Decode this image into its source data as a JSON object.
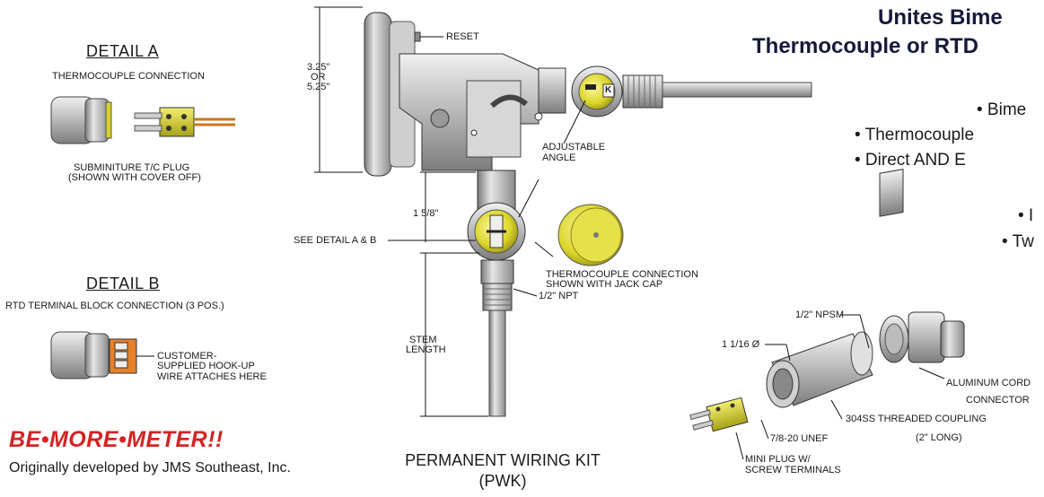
{
  "title": {
    "line1": "Unites Bime",
    "line2": "Thermocouple or RTD"
  },
  "bullets": [
    "• Bime",
    "• Thermocouple",
    "• Direct AND E",
    "• I",
    "• Tw"
  ],
  "detail_a": {
    "heading": "DETAIL A",
    "subheading": "THERMOCOUPLE CONNECTION",
    "caption_line1": "SUBMINITURE T/C PLUG",
    "caption_line2": "(SHOWN WITH COVER OFF)"
  },
  "detail_b": {
    "heading": "DETAIL B",
    "subheading": "RTD TERMINAL BLOCK CONNECTION (3 POS.)",
    "callout_line1": "CUSTOMER-",
    "callout_line2": "SUPPLIED HOOK-UP",
    "callout_line3": "WIRE ATTACHES HERE"
  },
  "main_labels": {
    "reset": "RESET",
    "dia_line1": "3.25\"",
    "dia_line2": "OR",
    "dia_line3": "5.25\"",
    "adjustable_line1": "ADJUSTABLE",
    "adjustable_line2": "ANGLE",
    "k_mark": "K",
    "dim_158": "1 5/8\"",
    "see_detail": "SEE DETAIL A & B",
    "tc_conn_line1": "THERMOCOUPLE CONNECTION",
    "tc_conn_line2": "SHOWN WITH JACK CAP",
    "npt": "1/2\" NPT",
    "stem_line1": "STEM",
    "stem_line2": "LENGTH"
  },
  "kit_labels": {
    "npsm": "1/2\" NPSM",
    "dia_116": "1 1/16 Ø",
    "alum_line1": "ALUMINUM CORD",
    "alum_line2": "CONNECTOR",
    "coupling_line1": "304SS THREADED COUPLING",
    "coupling_line2": "(2\" LONG)",
    "unef": "7/8-20 UNEF",
    "mini_line1": "MINI PLUG W/",
    "mini_line2": "SCREW TERMINALS"
  },
  "brand": {
    "slogan": "BE•MORE•METER!!",
    "developer": "Originally developed by JMS Southeast, Inc."
  },
  "kit_title": {
    "line1": "PERMANENT WIRING KIT",
    "line2": "(PWK)"
  },
  "colors": {
    "accent_red": "#d42323",
    "plug_yellow": "#e8e23a",
    "terminal_orange": "#e8802a",
    "title_navy": "#151a3a"
  }
}
